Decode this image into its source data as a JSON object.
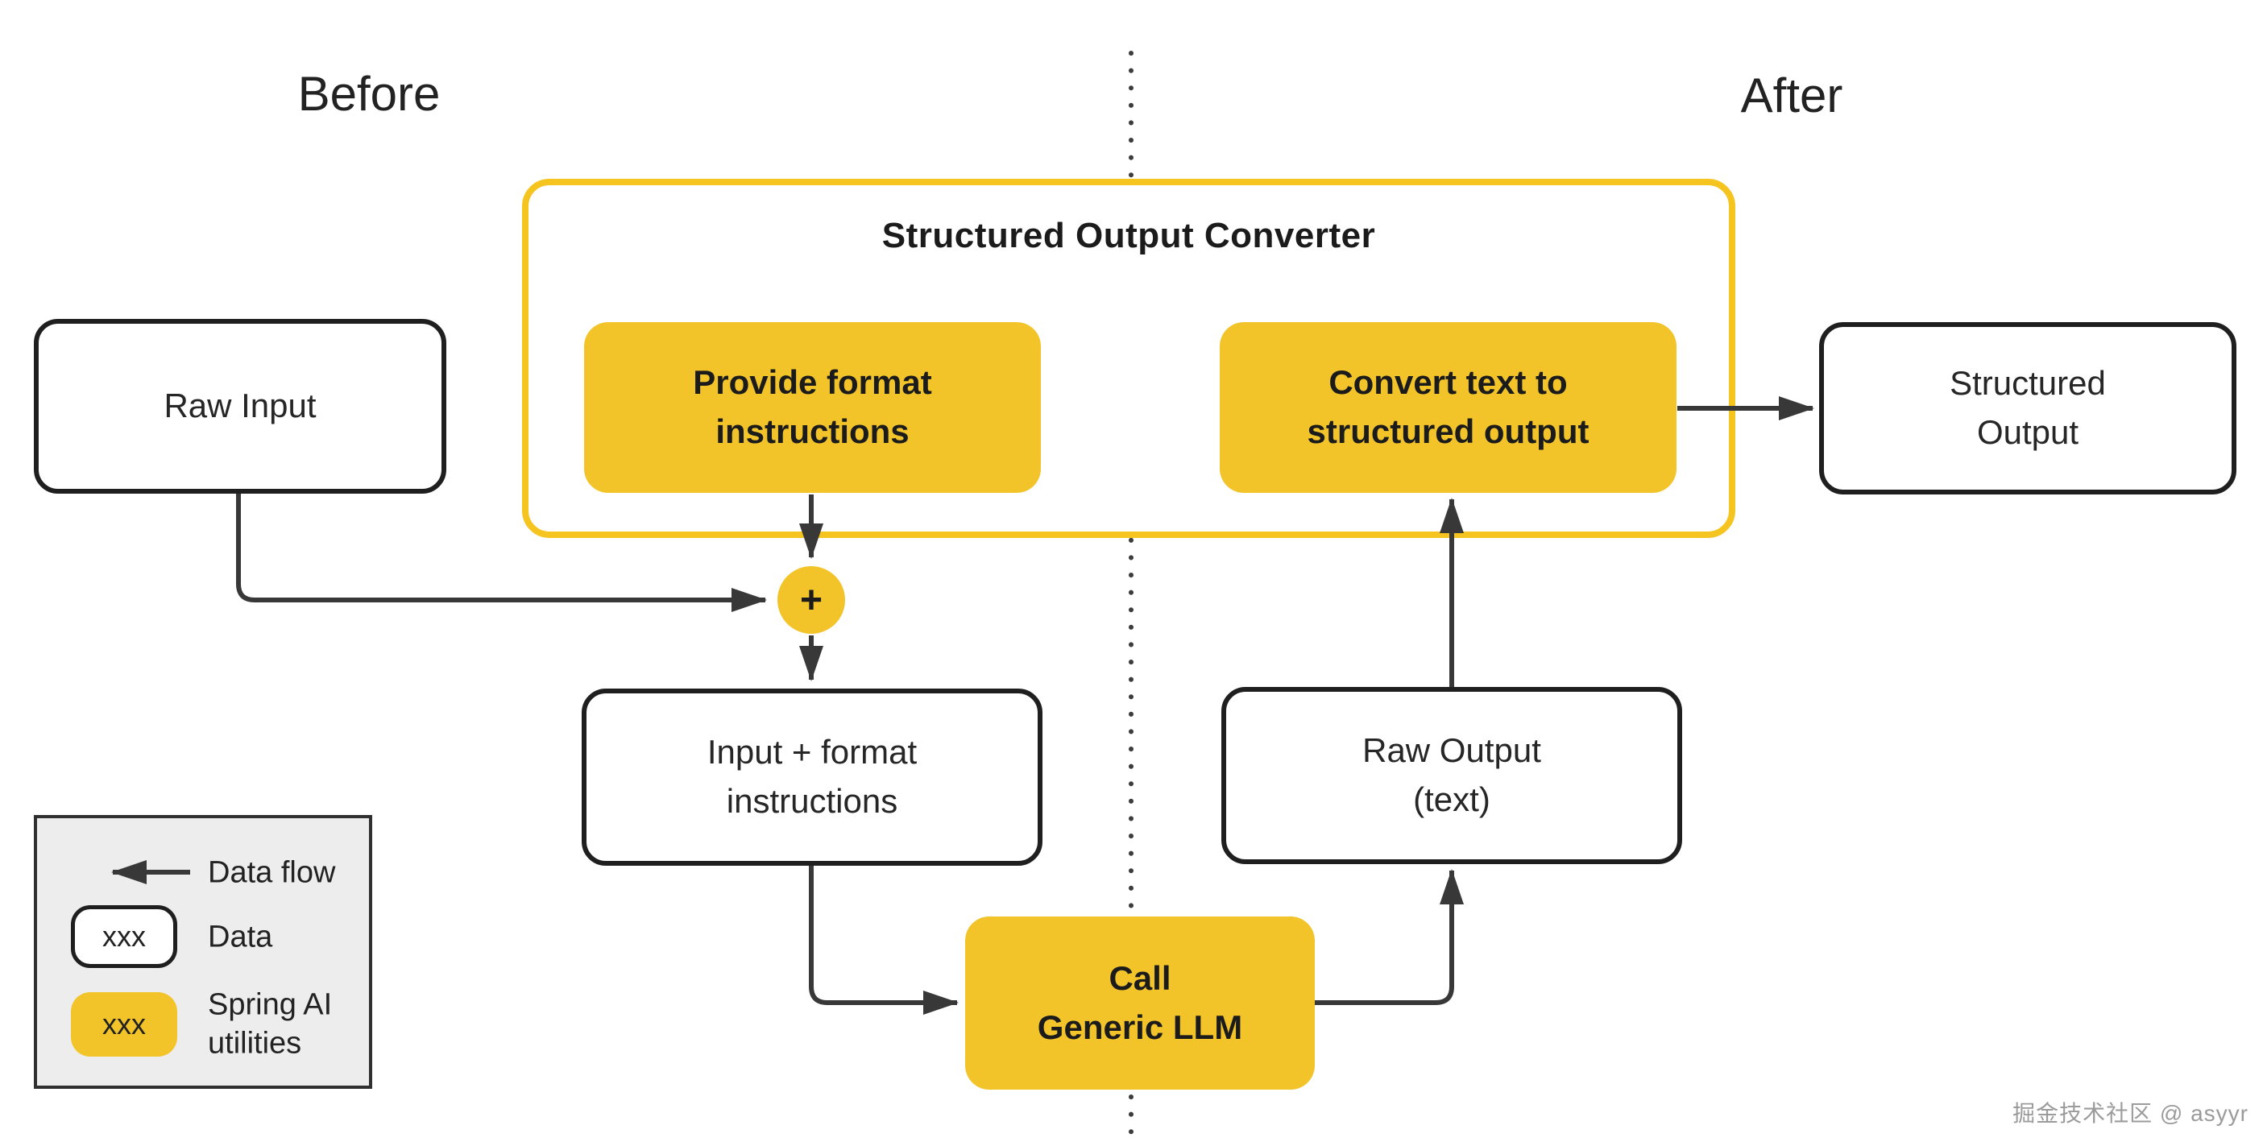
{
  "labels": {
    "before": "Before",
    "after": "After"
  },
  "converter": {
    "title": "Structured Output Converter"
  },
  "nodes": {
    "raw_input": {
      "label": "Raw Input",
      "type": "data"
    },
    "provide_format": {
      "label": "Provide format\ninstructions",
      "type": "spring-ai-utility"
    },
    "convert_text": {
      "label": "Convert text to\nstructured  output",
      "type": "spring-ai-utility"
    },
    "structured_output": {
      "label": "Structured\nOutput",
      "type": "data"
    },
    "input_format": {
      "label": "Input + format\ninstructions",
      "type": "data"
    },
    "raw_output": {
      "label": "Raw Output\n(text)",
      "type": "data"
    },
    "call_llm": {
      "label": "Call\nGeneric LLM",
      "type": "spring-ai-utility"
    },
    "plus_junction": {
      "label": "+"
    }
  },
  "legend": {
    "items": [
      {
        "icon": "arrow-left-icon",
        "label": "Data flow"
      },
      {
        "icon": "data-box-swatch",
        "swatch_label": "xxx",
        "label": "Data"
      },
      {
        "icon": "spring-box-swatch",
        "swatch_label": "xxx",
        "label": "Spring AI utilities"
      }
    ]
  },
  "watermark": "掘金技术社区 @ asyyr",
  "colors": {
    "spring_yellow_fill": "#F2C42A",
    "converter_border_yellow": "#F5C41E",
    "line_stroke": "#383838",
    "box_border": "#1f1f1f",
    "legend_background": "#EDEDED",
    "watermark_gray": "#9b9b9b"
  }
}
